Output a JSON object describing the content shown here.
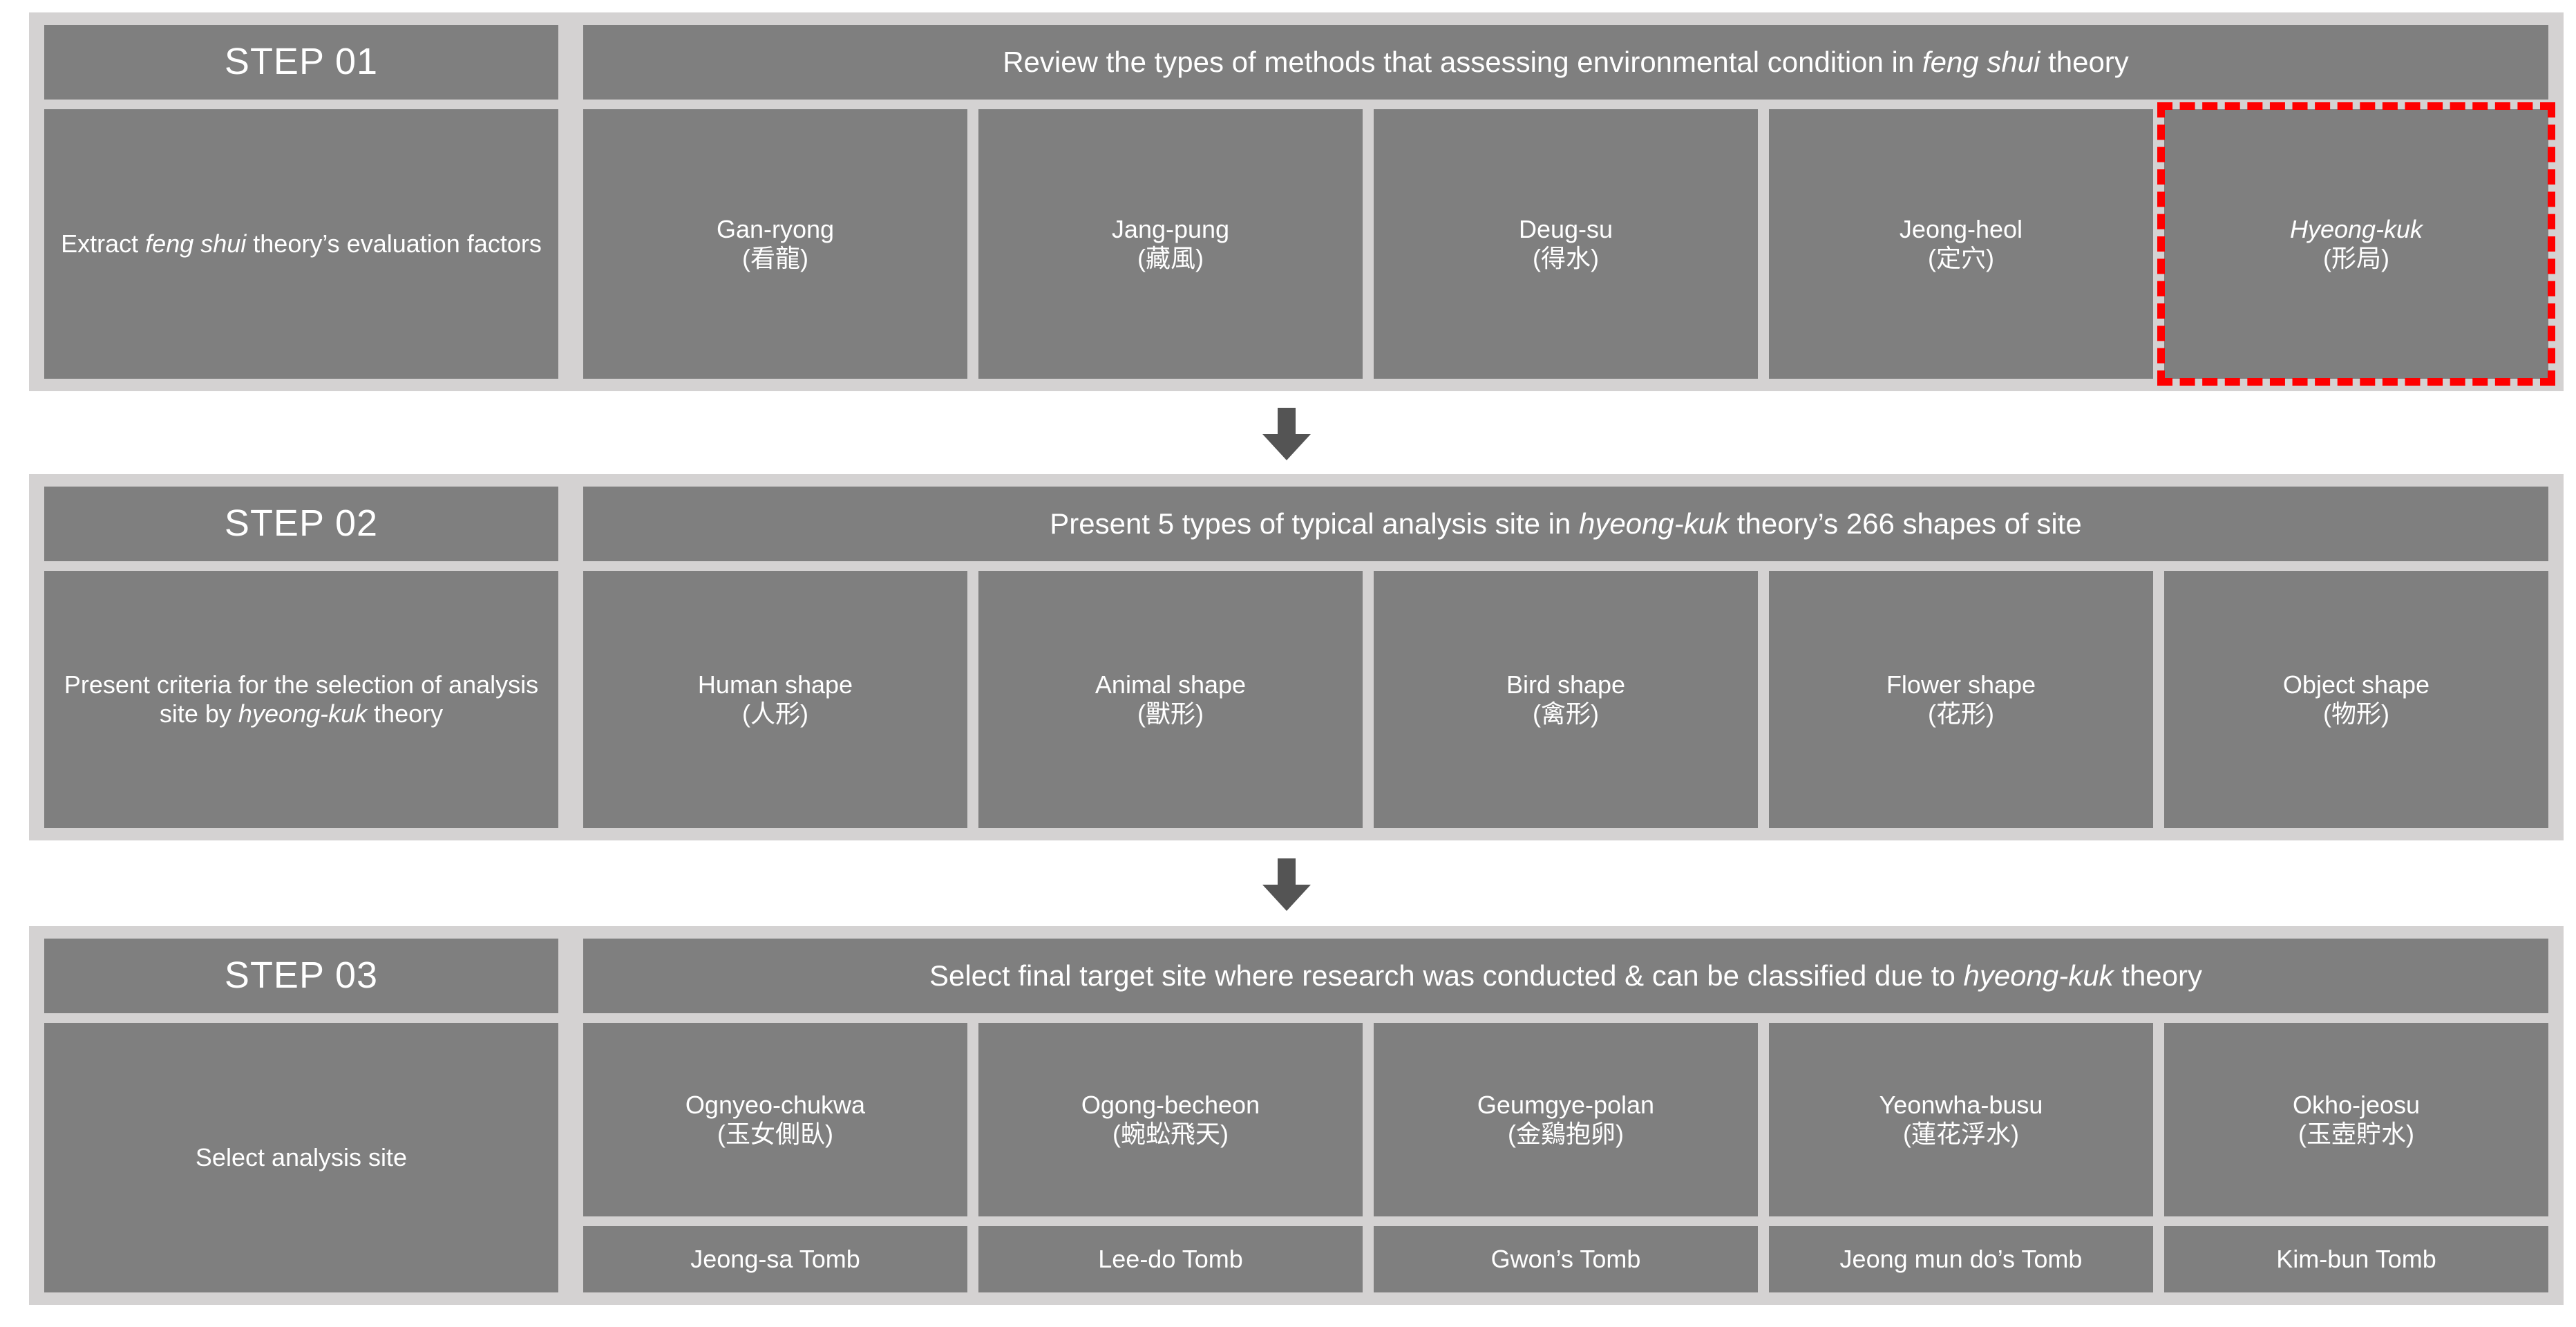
{
  "steps": [
    {
      "id": "step-01",
      "label": "STEP 01",
      "description_pre": "Review the types of methods that assessing environmental condition in ",
      "description_em": "feng shui",
      "description_post": " theory",
      "left_body_pre": "Extract ",
      "left_body_em": "feng shui",
      "left_body_post": " theory’s evaluation factors",
      "items": [
        {
          "name": "Gan-ryong",
          "hanja": "(看龍)",
          "highlight": false,
          "italic": false
        },
        {
          "name": "Jang-pung",
          "hanja": "(藏風)",
          "highlight": false,
          "italic": false
        },
        {
          "name": "Deug-su",
          "hanja": "(得水)",
          "highlight": false,
          "italic": false
        },
        {
          "name": "Jeong-heol",
          "hanja": "(定穴)",
          "highlight": false,
          "italic": false
        },
        {
          "name": "Hyeong-kuk",
          "hanja": "(形局)",
          "highlight": true,
          "italic": true
        }
      ]
    },
    {
      "id": "step-02",
      "label": "STEP 02",
      "description_pre": "Present 5 types of typical analysis site in ",
      "description_em": "hyeong-kuk",
      "description_post": " theory’s 266 shapes of site",
      "left_body_pre": "Present criteria for the selection of analysis site by ",
      "left_body_em": "hyeong-kuk",
      "left_body_post": " theory",
      "items": [
        {
          "name": "Human shape",
          "hanja": "(人形)",
          "highlight": false,
          "italic": false
        },
        {
          "name": "Animal shape",
          "hanja": "(獸形)",
          "highlight": false,
          "italic": false
        },
        {
          "name": "Bird shape",
          "hanja": "(禽形)",
          "highlight": false,
          "italic": false
        },
        {
          "name": "Flower shape",
          "hanja": "(花形)",
          "highlight": false,
          "italic": false
        },
        {
          "name": "Object shape",
          "hanja": "(物形)",
          "highlight": false,
          "italic": false
        }
      ]
    },
    {
      "id": "step-03",
      "label": "STEP 03",
      "description_pre": "Select final target site where research was conducted & can be classified due to ",
      "description_em": "hyeong-kuk",
      "description_post": " theory",
      "left_body_pre": "Select analysis site",
      "left_body_em": "",
      "left_body_post": "",
      "items": [
        {
          "name": "Ognyeo-chukwa",
          "hanja": "(玉女側臥)",
          "tomb": "Jeong-sa Tomb",
          "highlight": false,
          "italic": false
        },
        {
          "name": "Ogong-becheon",
          "hanja": "(蜿蚣飛天)",
          "tomb": "Lee-do Tomb",
          "highlight": false,
          "italic": false
        },
        {
          "name": "Geumgye-polan",
          "hanja": "(金鷄抱卵)",
          "tomb": "Gwon’s Tomb",
          "highlight": false,
          "italic": false
        },
        {
          "name": "Yeonwha-busu",
          "hanja": "(蓮花浮水)",
          "tomb": "Jeong mun do’s Tomb",
          "highlight": false,
          "italic": false
        },
        {
          "name": "Okho-jeosu",
          "hanja": "(玉壺貯水)",
          "tomb": "Kim-bun Tomb",
          "highlight": false,
          "italic": false
        }
      ]
    }
  ],
  "arrows": [
    {
      "name": "arrow-step1-to-step2",
      "direction": "down"
    },
    {
      "name": "arrow-step2-to-step3",
      "direction": "down"
    }
  ],
  "colors": {
    "panel_background": "#d4d2d2",
    "box_fill": "#7f7f7f",
    "box_text": "#ffffff",
    "highlight_border": "#fe0000",
    "arrow_fill": "#545454",
    "page_background": "#ffffff"
  }
}
